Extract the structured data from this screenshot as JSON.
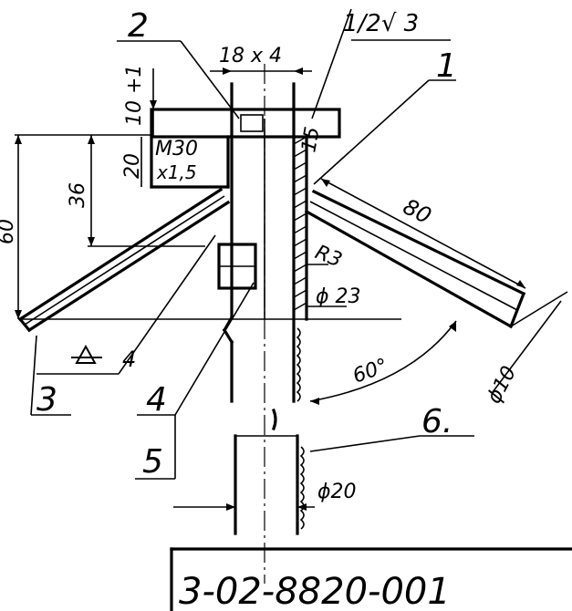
{
  "drawing": {
    "document_number": "3-02-8820-001",
    "roughness": "1/2√ 3",
    "parts": {
      "p1": "1",
      "p2": "2",
      "p3": "3",
      "p4": "4",
      "p5": "5",
      "p6": "6."
    },
    "dimensions": {
      "top_size": "18 x 4",
      "tol": "10 +1",
      "depth": "20",
      "thread": "M30",
      "pitch": "x1,5",
      "d36": "36",
      "d60": "60",
      "d15": "15",
      "len80": "80",
      "r3": "R3",
      "d23": "ϕ 23",
      "ang60": "60°",
      "d10": "ϕ10",
      "d20": "ϕ20",
      "weld": "4"
    }
  }
}
